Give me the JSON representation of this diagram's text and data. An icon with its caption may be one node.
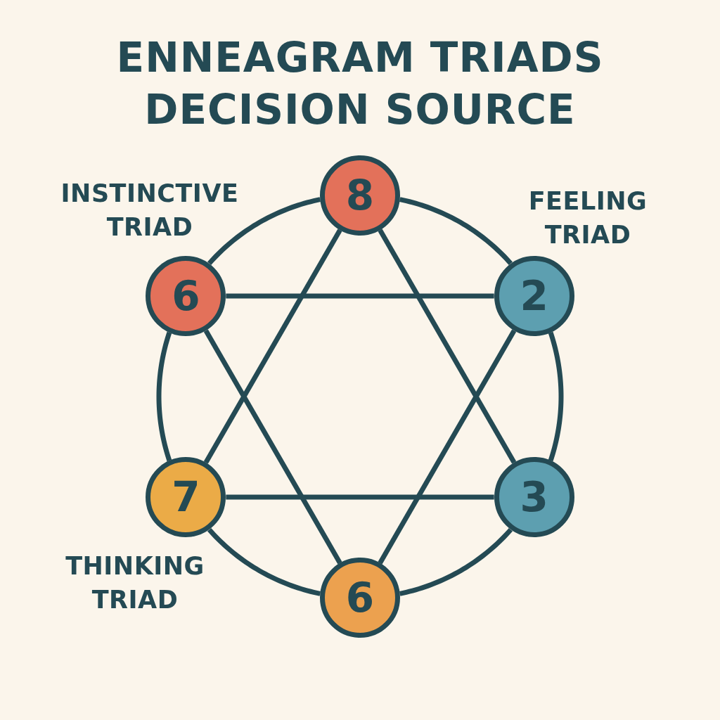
{
  "diagram": {
    "title": "ENNEAGRAM TRIADS DECISION SOURCE",
    "nodes": [
      {
        "text": [
          "8"
        ]
      },
      {
        "text": [
          "6"
        ]
      },
      {
        "text": [
          "2"
        ]
      },
      {
        "text": [
          "7"
        ]
      },
      {
        "text": [
          "3"
        ]
      },
      {
        "text": [
          "6"
        ]
      }
    ],
    "edges": [
      {
        "from": 0,
        "to": 2,
        "arrow": "none"
      },
      {
        "from": 2,
        "to": 4,
        "arrow": "none"
      },
      {
        "from": 4,
        "to": 5,
        "arrow": "none"
      },
      {
        "from": 5,
        "to": 3,
        "arrow": "none"
      },
      {
        "from": 3,
        "to": 1,
        "arrow": "none"
      },
      {
        "from": 1,
        "to": 0,
        "arrow": "none"
      },
      {
        "from": 0,
        "to": 3,
        "arrow": "none"
      },
      {
        "from": 0,
        "to": 4,
        "arrow": "none"
      },
      {
        "from": 3,
        "to": 4,
        "arrow": "none"
      },
      {
        "from": 1,
        "to": 2,
        "arrow": "none"
      },
      {
        "from": 1,
        "to": 5,
        "arrow": "none"
      },
      {
        "from": 2,
        "to": 5,
        "arrow": "none"
      }
    ],
    "labels": [
      "INSTINCTIVE TRIAD",
      "FEELING TRIAD",
      "THINKING TRIAD"
    ]
  }
}
